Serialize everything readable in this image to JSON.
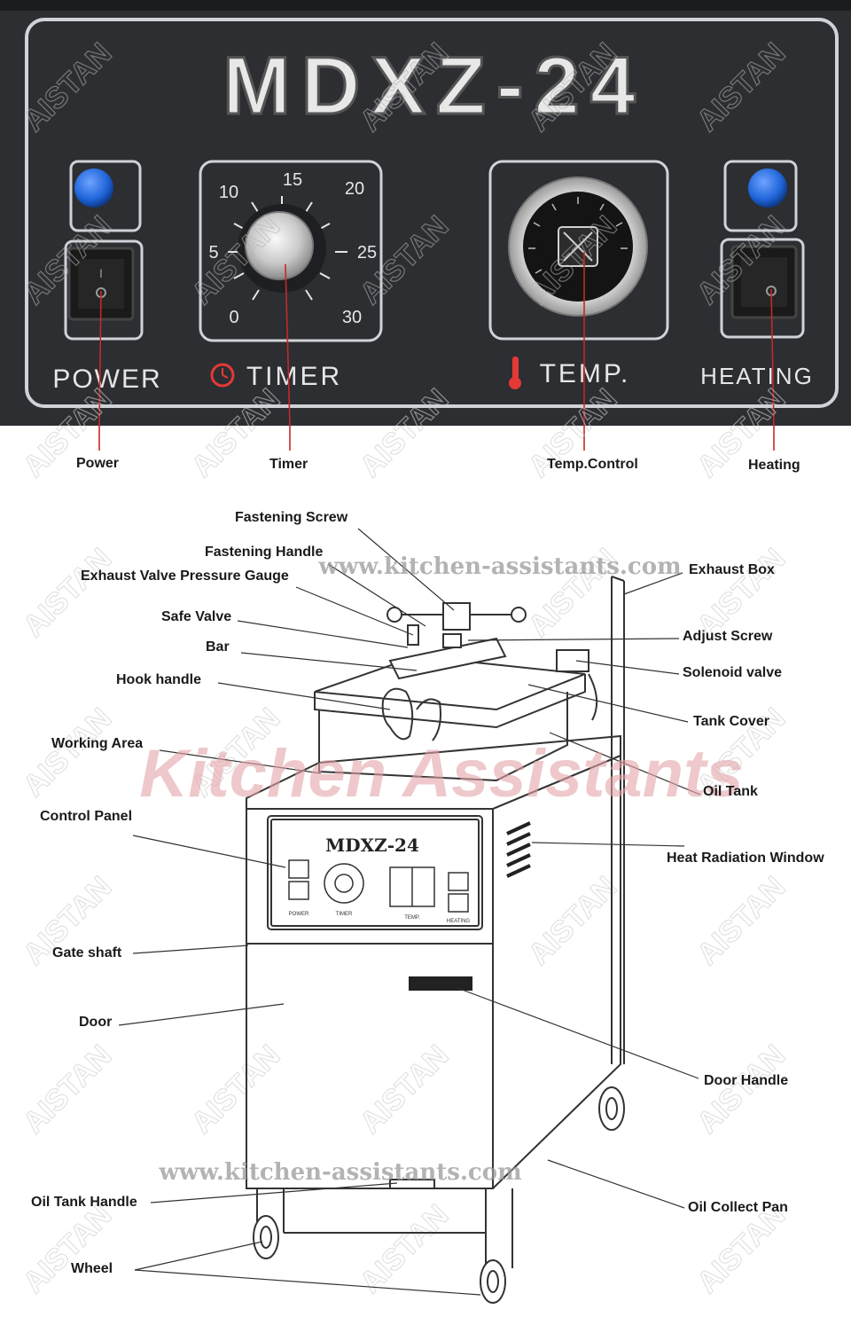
{
  "panel": {
    "model": "MDXZ-24",
    "timer_ticks": [
      "0",
      "5",
      "10",
      "15",
      "20",
      "25",
      "30"
    ],
    "power_label": "POWER",
    "timer_label": "TIMER",
    "temp_label": "TEMP.",
    "heating_label": "HEATING"
  },
  "panel_callouts": [
    "Power",
    "Timer",
    "Temp.Control",
    "Heating"
  ],
  "diagram": {
    "model": "MDXZ-24",
    "labels": {
      "fastening_screw": "Fastening Screw",
      "fastening_handle": "Fastening Handle",
      "exhaust_gauge": "Exhaust Valve Pressure Gauge",
      "safe_valve": "Safe Valve",
      "bar": "Bar",
      "hook_handle": "Hook handle",
      "working_area": "Working Area",
      "control_panel": "Control Panel",
      "gate_shaft": "Gate shaft",
      "door": "Door",
      "oil_tank_handle": "Oil Tank Handle",
      "wheel": "Wheel",
      "exhaust_box": "Exhaust Box",
      "adjust_screw": "Adjust Screw",
      "solenoid_valve": "Solenoid valve",
      "tank_cover": "Tank Cover",
      "oil_tank": "Oil Tank",
      "heat_radiation": "Heat Radiation Window",
      "door_handle": "Door Handle",
      "oil_collect_pan": "Oil Collect Pan"
    },
    "mini_panel": {
      "power": "POWER",
      "timer": "TIMER",
      "temp": "TEMP.",
      "heating": "HEATING"
    }
  },
  "watermarks": {
    "url_top": "www.kitchen-assistants.com",
    "url_bottom": "www.kitchen-assistants.com",
    "brand": "Kitchen Assistants",
    "stamp": "AISTAN"
  },
  "colors": {
    "panel_bg": "#2c2e32",
    "callout_line": "#c62828",
    "indicator": "#1e64d8",
    "brand_watermark": "#e3a4a8"
  }
}
